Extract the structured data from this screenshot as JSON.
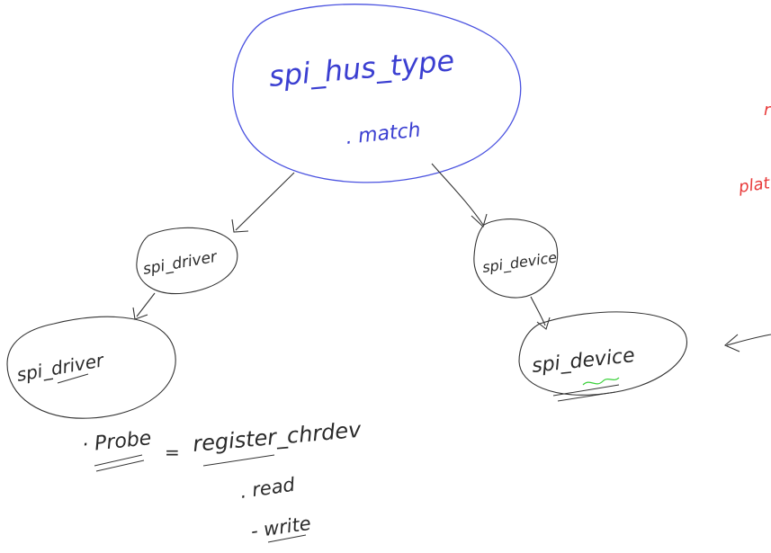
{
  "bus": {
    "name": "spi_hus_type",
    "method": ". match"
  },
  "driver_small": {
    "label": "spi_driver"
  },
  "device_small": {
    "label": "spi_device"
  },
  "driver_big": {
    "label": "spi_driver"
  },
  "device_big": {
    "label": "spi_device"
  },
  "driver_ops": {
    "probe": "· Probe",
    "equals": "=",
    "register": "register_chrdev",
    "read": ". read",
    "write": "- write"
  },
  "offscreen": {
    "top_fragment": "r",
    "plat_fragment": "plat"
  },
  "colors": {
    "bus_ink": "#3b3fd1",
    "pen_ink": "#2a2a2a",
    "red_ink": "#e83a3a",
    "highlight": "#3ad13a"
  }
}
